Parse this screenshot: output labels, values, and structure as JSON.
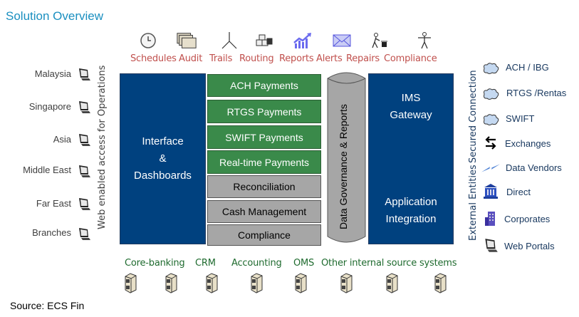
{
  "title": "Solution Overview",
  "source": "Source: ECS Fin",
  "top_features": [
    {
      "label": "Schedules",
      "icon": "clock-icon"
    },
    {
      "label": "Audit",
      "icon": "folders-icon"
    },
    {
      "label": "Trails",
      "icon": "fork-icon"
    },
    {
      "label": "Routing",
      "icon": "boxes-icon"
    },
    {
      "label": "Reports",
      "icon": "chart-up-icon"
    },
    {
      "label": "Alerts",
      "icon": "envelope-icon"
    },
    {
      "label": "Repairs",
      "icon": "worker-icon"
    },
    {
      "label": "Compliance",
      "icon": "person-icon"
    }
  ],
  "regions": [
    "Malaysia",
    "Singapore",
    "Asia",
    "Middle East",
    "Far East",
    "Branches"
  ],
  "left_vertical_label": "Web enabled access for Operations",
  "interface_block": {
    "line1": "Interface",
    "line2": "&",
    "line3": "Dashboards"
  },
  "modules": [
    {
      "label": "ACH Payments",
      "type": "payment"
    },
    {
      "label": "RTGS Payments",
      "type": "payment"
    },
    {
      "label": "SWIFT Payments",
      "type": "payment"
    },
    {
      "label": "Real-time Payments",
      "type": "payment"
    },
    {
      "label": "Reconciliation",
      "type": "service"
    },
    {
      "label": "Cash Management",
      "type": "service"
    },
    {
      "label": "Compliance",
      "type": "service"
    }
  ],
  "cylinder_label": "Data Governance & Reports",
  "ims_block": {
    "top1": "IMS",
    "top2": "Gateway",
    "bottom1": "Application",
    "bottom2": "Integration"
  },
  "right_vertical_labels": {
    "secured": "Secured Connection",
    "external": "External Entities"
  },
  "external_entities": [
    {
      "label": "ACH / IBG",
      "icon": "cloud-icon"
    },
    {
      "label": "RTGS /Rentas",
      "icon": "cloud-icon"
    },
    {
      "label": "SWIFT",
      "icon": "cloud-icon"
    },
    {
      "label": "Exchanges",
      "icon": "exchange-arrows-icon"
    },
    {
      "label": "Data Vendors",
      "icon": "lightning-icon"
    },
    {
      "label": "Direct",
      "icon": "bank-icon"
    },
    {
      "label": "Corporates",
      "icon": "office-building-icon"
    },
    {
      "label": "Web Portals",
      "icon": "monitor-icon"
    }
  ],
  "source_systems": [
    "Core-banking",
    "CRM",
    "Accounting",
    "OMS",
    "Other internal source systems"
  ],
  "colors": {
    "title": "#1a8fc0",
    "feature_label": "#c0504d",
    "navy_block": "#00417f",
    "green_module": "#3a8a4a",
    "gray_module": "#a6a6a6",
    "external_label": "#17375e",
    "source_label": "#1f6b2f"
  }
}
